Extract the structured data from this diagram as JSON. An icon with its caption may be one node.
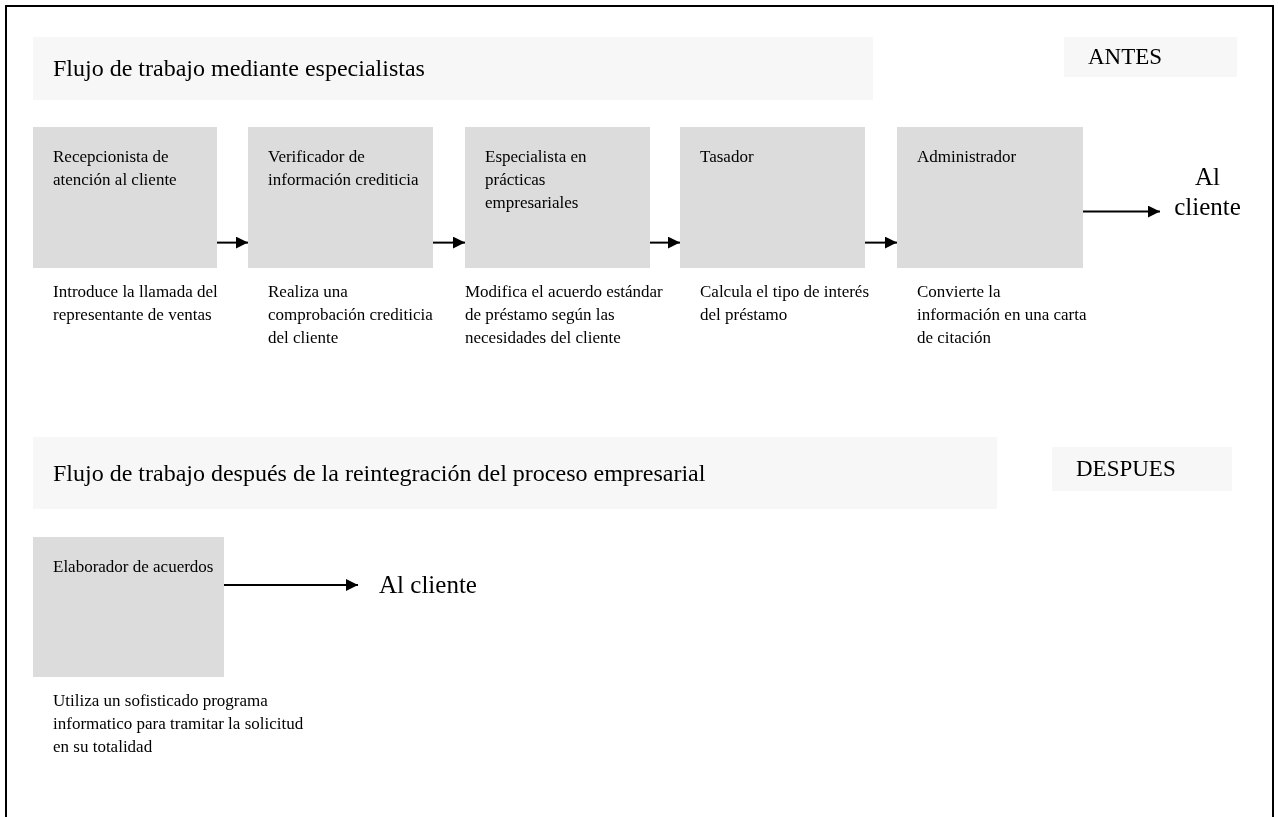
{
  "diagram": {
    "nodes": [
      {
        "text": [
          "Flujo de trabajo mediante especialistas"
        ]
      },
      {
        "text": [
          "ANTES"
        ]
      },
      {
        "text": [
          "Recepcionista de atención al cliente"
        ],
        "beside": [
          "Introduce la llamada del representante de ventas"
        ]
      },
      {
        "text": [
          "Verificador de información crediticia"
        ],
        "beside": [
          "Realiza una comprobación crediticia del cliente"
        ]
      },
      {
        "text": [
          "Especialista en prácticas empresariales"
        ],
        "beside": [
          "Modifica el acuerdo estándar de préstamo según las necesidades del cliente"
        ]
      },
      {
        "text": [
          "Tasador"
        ],
        "beside": [
          "Calcula el tipo de interés del préstamo"
        ]
      },
      {
        "text": [
          "Administrador"
        ],
        "beside": [
          "Convierte la información en una carta de citación"
        ]
      },
      {
        "text": [
          "Al cliente"
        ]
      },
      {
        "text": [
          "Flujo de trabajo después de la reintegración del proceso empresarial"
        ]
      },
      {
        "text": [
          "DESPUES"
        ]
      },
      {
        "text": [
          "Elaborador de acuerdos"
        ],
        "beside": [
          "Utiliza un sofisticado programa informatico para tramitar la solicitud en su totalidad"
        ]
      },
      {
        "text": [
          "Al cliente"
        ]
      }
    ],
    "edges": [
      {
        "from": 2,
        "to": 3,
        "arrow": "to"
      },
      {
        "from": 3,
        "to": 4,
        "arrow": "to"
      },
      {
        "from": 4,
        "to": 5,
        "arrow": "to"
      },
      {
        "from": 5,
        "to": 6,
        "arrow": "to"
      },
      {
        "from": 6,
        "to": 7,
        "arrow": "to"
      },
      {
        "from": 10,
        "to": 11,
        "arrow": "to"
      }
    ]
  }
}
